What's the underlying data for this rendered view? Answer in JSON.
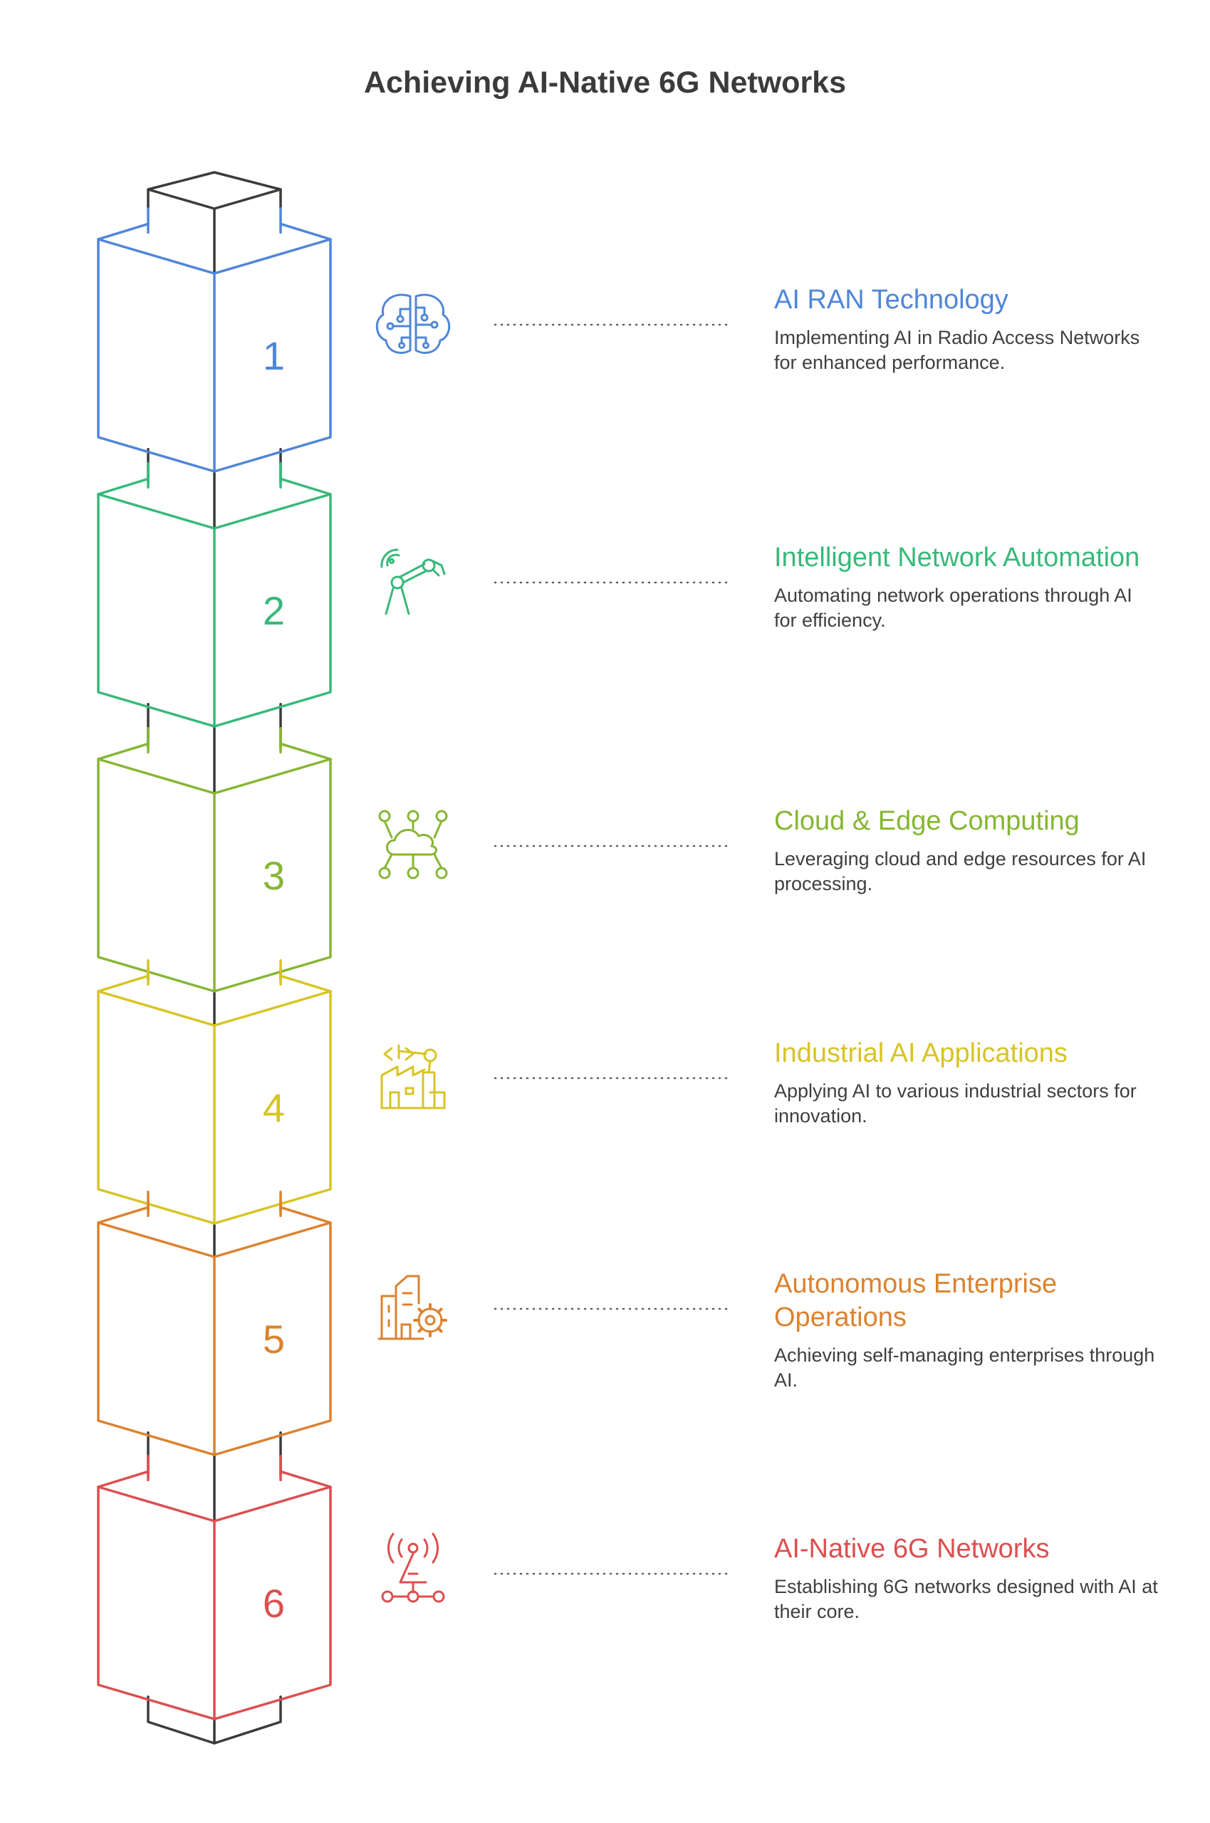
{
  "title": "Achieving AI-Native 6G Networks",
  "stages": [
    {
      "number": "1",
      "title": "AI RAN Technology",
      "description": "Implementing AI in Radio Access Networks for enhanced performance.",
      "color": "#4f86d9",
      "icon": "brain-circuit-icon"
    },
    {
      "number": "2",
      "title": "Intelligent Network Automation",
      "description": "Automating network operations through AI for efficiency.",
      "color": "#38b97a",
      "icon": "robotic-arm-wireless-icon"
    },
    {
      "number": "3",
      "title": "Cloud & Edge Computing",
      "description": "Leveraging cloud and edge resources for AI processing.",
      "color": "#86b634",
      "icon": "cloud-network-icon"
    },
    {
      "number": "4",
      "title": "Industrial AI Applications",
      "description": "Applying AI to various industrial sectors for innovation.",
      "color": "#d8c425",
      "icon": "factory-robot-icon"
    },
    {
      "number": "5",
      "title": "Autonomous Enterprise Operations",
      "description": "Achieving self-managing enterprises through AI.",
      "color": "#dc822f",
      "icon": "building-gear-icon"
    },
    {
      "number": "6",
      "title": "AI-Native 6G Networks",
      "description": "Establishing 6G networks designed with AI at their core.",
      "color": "#dc4f4f",
      "icon": "antenna-tower-icon"
    }
  ],
  "core_color": "#3b3b3b"
}
